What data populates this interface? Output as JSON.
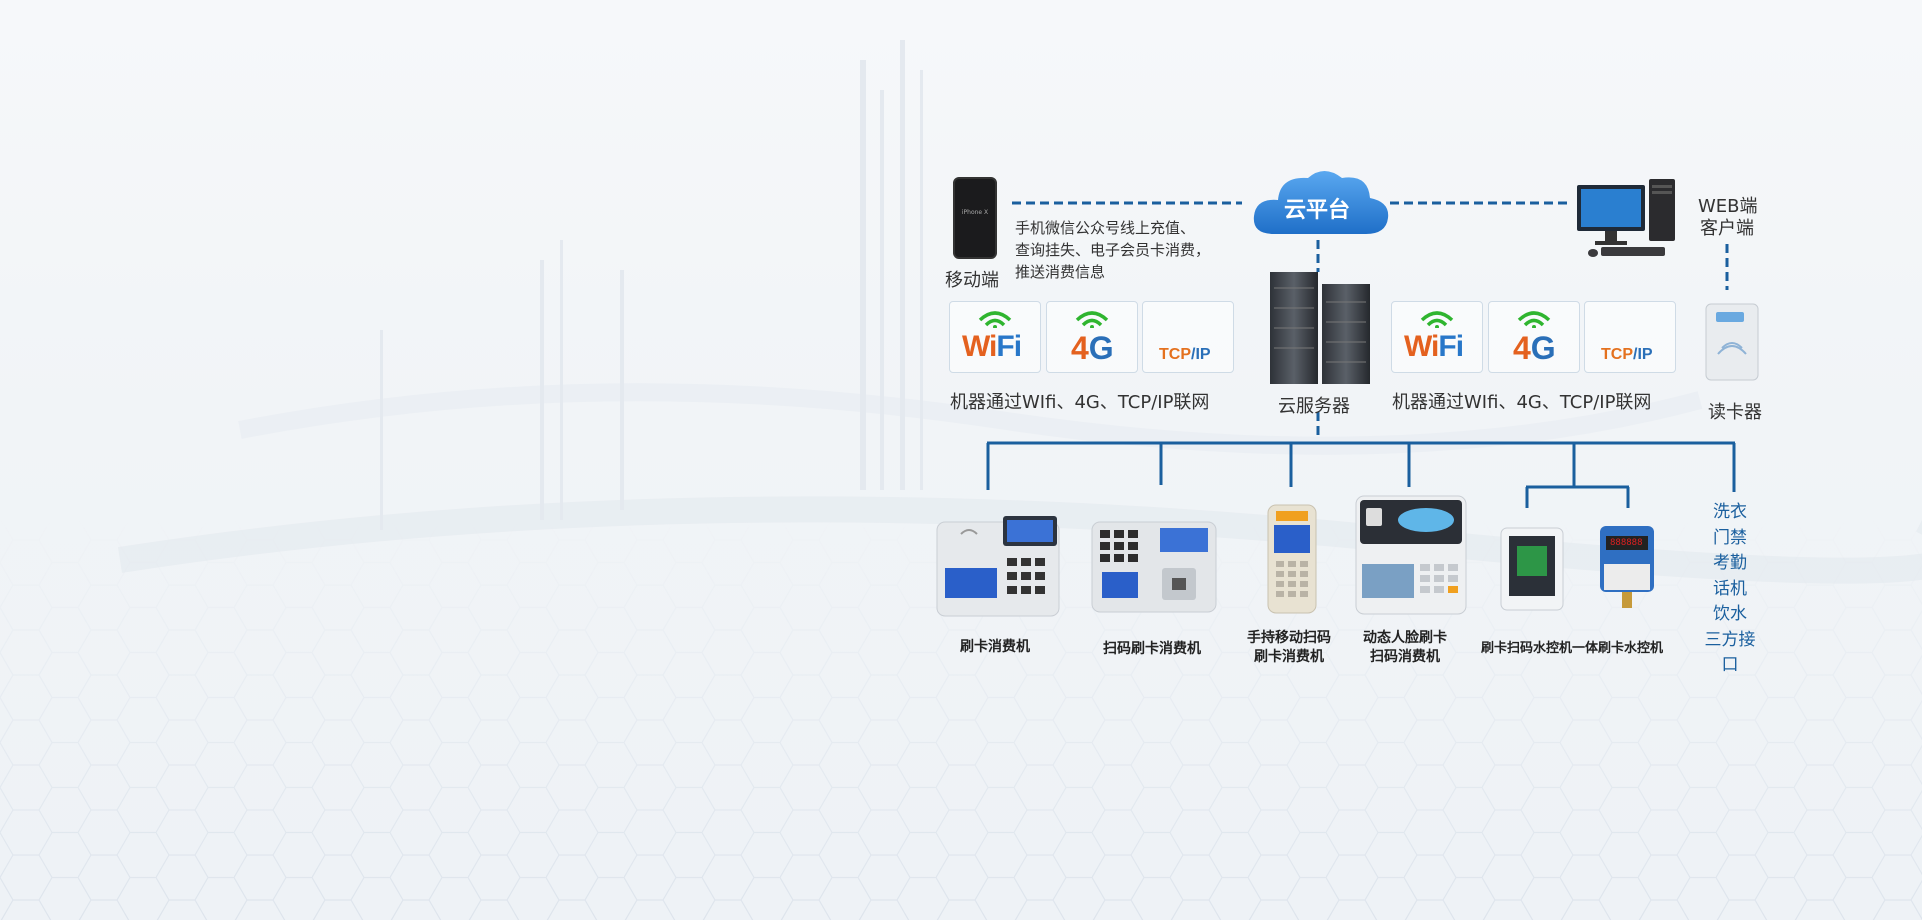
{
  "cloud": {
    "label": "云平台"
  },
  "mobile": {
    "label": "移动端",
    "phone_text": "iPhone X",
    "desc": [
      "手机微信公众号线上充值、",
      "查询挂失、电子会员卡消费，",
      "推送消费信息"
    ]
  },
  "web": {
    "line1": "WEB端",
    "line2": "客户端"
  },
  "network_left": {
    "wifi": "WiFi",
    "g4": "4G",
    "tcp": "TCP/IP",
    "caption": "机器通过WIfi、4G、TCP/IP联网"
  },
  "network_right": {
    "wifi": "WiFi",
    "g4": "4G",
    "tcp": "TCP/IP",
    "caption": "机器通过WIfi、4G、TCP/IP联网"
  },
  "server": {
    "label": "云服务器"
  },
  "card_reader": {
    "label": "读卡器"
  },
  "devices": {
    "card_pos": "刷卡消费机",
    "scan_pos": "扫码刷卡消费机",
    "handheld": [
      "手持移动扫码",
      "刷卡消费机"
    ],
    "face": [
      "动态人脸刷卡",
      "扫码消费机"
    ],
    "water": "刷卡扫码水控机一体刷卡水控机",
    "meter_digits": "888888"
  },
  "side_list": [
    "洗衣",
    "门禁",
    "考勤",
    "话机",
    "饮水",
    "三方接口"
  ],
  "colors": {
    "line": "#1a5f9e",
    "accent_orange": "#e4611f",
    "accent_blue": "#2a6fb8",
    "wifi_green": "#2fb52f",
    "cloud": "#3b8fe0"
  }
}
